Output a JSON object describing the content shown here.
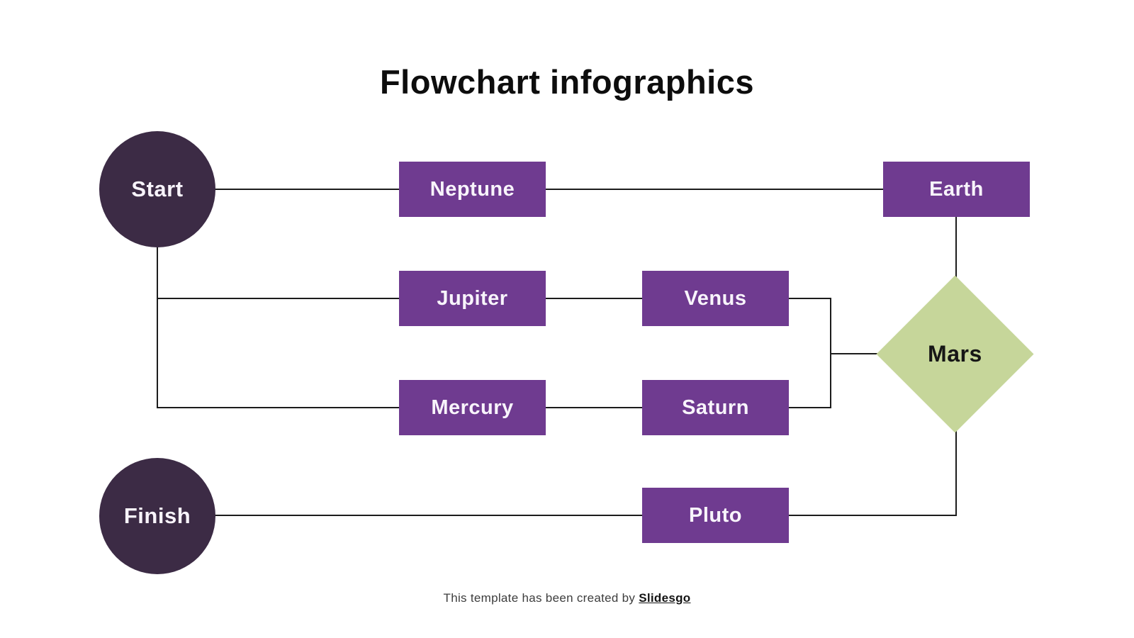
{
  "title": "Flowchart infographics",
  "nodes": {
    "start": {
      "label": "Start",
      "shape": "circle",
      "role": "terminal"
    },
    "neptune": {
      "label": "Neptune",
      "shape": "rectangle",
      "role": "process"
    },
    "earth": {
      "label": "Earth",
      "shape": "rectangle",
      "role": "process"
    },
    "jupiter": {
      "label": "Jupiter",
      "shape": "rectangle",
      "role": "process"
    },
    "venus": {
      "label": "Venus",
      "shape": "rectangle",
      "role": "process"
    },
    "mercury": {
      "label": "Mercury",
      "shape": "rectangle",
      "role": "process"
    },
    "saturn": {
      "label": "Saturn",
      "shape": "rectangle",
      "role": "process"
    },
    "mars": {
      "label": "Mars",
      "shape": "diamond",
      "role": "decision"
    },
    "pluto": {
      "label": "Pluto",
      "shape": "rectangle",
      "role": "process"
    },
    "finish": {
      "label": "Finish",
      "shape": "circle",
      "role": "terminal"
    }
  },
  "edges": [
    {
      "from": "start",
      "to": "neptune"
    },
    {
      "from": "neptune",
      "to": "earth"
    },
    {
      "from": "earth",
      "to": "mars"
    },
    {
      "from": "start",
      "to": "jupiter"
    },
    {
      "from": "start",
      "to": "mercury"
    },
    {
      "from": "jupiter",
      "to": "venus"
    },
    {
      "from": "mercury",
      "to": "saturn"
    },
    {
      "from": "venus",
      "to": "mars"
    },
    {
      "from": "saturn",
      "to": "mars"
    },
    {
      "from": "mars",
      "to": "pluto"
    },
    {
      "from": "pluto",
      "to": "finish"
    }
  ],
  "colors": {
    "terminal_fill": "#3c2b45",
    "process_fill": "#6f3b90",
    "decision_fill": "#c6d69a",
    "connector": "#1c1c1c",
    "title_text": "#0d0d0d",
    "light_text": "#f8f4fb",
    "decision_text": "#161616"
  },
  "footer": {
    "text": "This template has been created by",
    "link_label": "Slidesgo"
  }
}
